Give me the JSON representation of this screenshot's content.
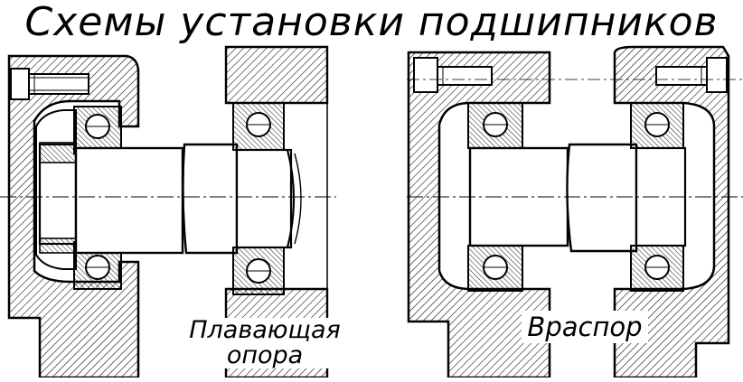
{
  "title": "Схемы установки подшипников",
  "schemes": {
    "left": {
      "label_line1": "Плавающая",
      "label_line2": "опора"
    },
    "right": {
      "label": "Враспор"
    }
  },
  "colors": {
    "line": "#000000",
    "background": "#ffffff"
  }
}
